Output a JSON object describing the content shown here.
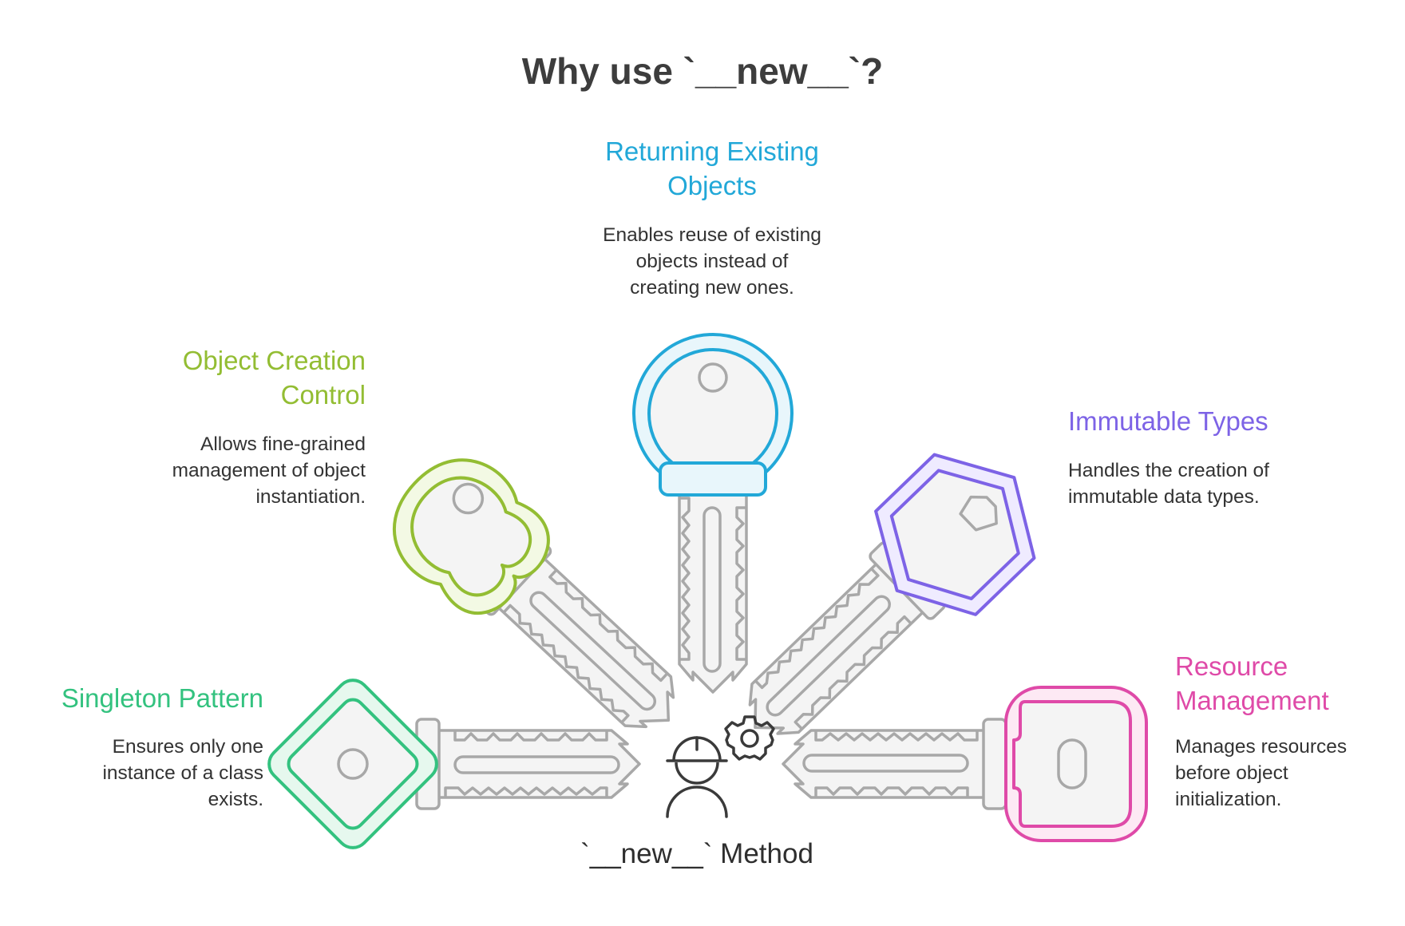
{
  "title": "Why use `__new__`?",
  "center": {
    "label": "`__new__` Method",
    "icon": "engineer-with-gear-icon"
  },
  "items": [
    {
      "key": "returning",
      "heading": "Returning Existing Objects",
      "description": "Enables reuse of existing objects instead of creating new ones.",
      "color": "#22a8d8",
      "icon": "round-key-icon"
    },
    {
      "key": "creation",
      "heading": "Object Creation Control",
      "description": "Allows fine-grained management of object instantiation.",
      "color": "#93bd33",
      "icon": "clover-key-icon"
    },
    {
      "key": "immutable",
      "heading": "Immutable Types",
      "description": "Handles the creation of immutable data types.",
      "color": "#7d63e6",
      "icon": "hexagon-key-icon"
    },
    {
      "key": "singleton",
      "heading": "Singleton Pattern",
      "description": "Ensures only one instance of a class exists.",
      "color": "#33c27f",
      "icon": "diamond-key-icon"
    },
    {
      "key": "resource",
      "heading": "Resource Management",
      "description": "Manages resources before object initialization.",
      "color": "#df4aa8",
      "icon": "rounded-rectangle-key-icon"
    }
  ]
}
